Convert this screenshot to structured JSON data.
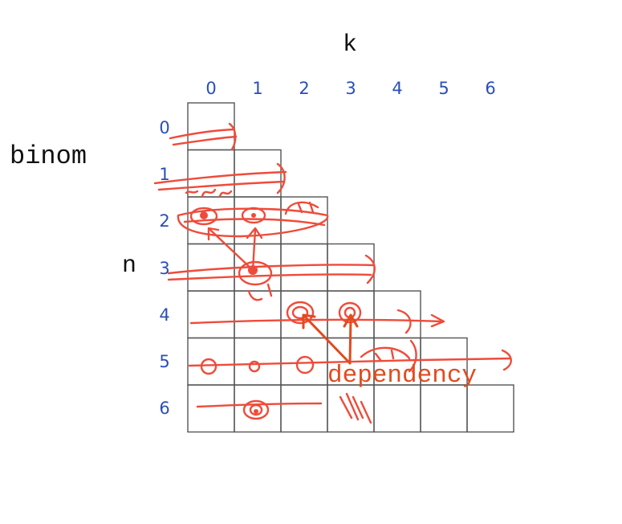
{
  "labels": {
    "title": "binom",
    "k_axis": "k",
    "n_axis": "n",
    "annotation": "dependency"
  },
  "k_values": [
    "0",
    "1",
    "2",
    "3",
    "4",
    "5",
    "6"
  ],
  "n_values": [
    "0",
    "1",
    "2",
    "3",
    "4",
    "5",
    "6"
  ],
  "colors": {
    "background": "#ffffff",
    "grid": "#555555",
    "index_text": "#2a4fb5",
    "title_text": "#111111",
    "ink": "#ef4b3a",
    "ink_light": "#f37a6c",
    "annotation": "#e24a1e"
  },
  "ink_layer": "hand-drawn red arrows and circles"
}
